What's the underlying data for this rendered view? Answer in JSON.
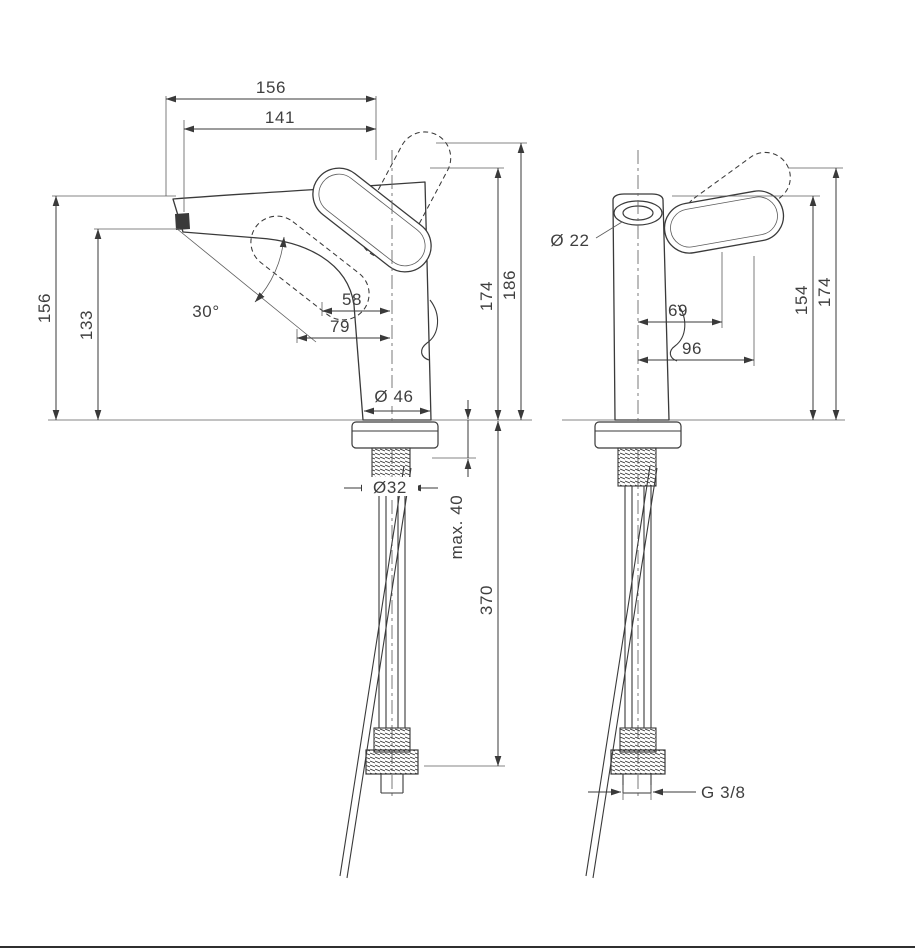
{
  "page": {
    "background": "#ffffff",
    "border_color": "#333333"
  },
  "drawing": {
    "line_color": "#3a3a3a",
    "front_view": {
      "dim_width_top": "156",
      "dim_width_inner": "141",
      "dim_height_left_outer": "156",
      "dim_height_left_inner": "133",
      "dim_angle": "30°",
      "dim_offset_inner": "58",
      "dim_offset_outer": "79",
      "dim_base_diameter": "Ø 46",
      "dim_height_right_inner": "174",
      "dim_height_right_outer": "186",
      "dim_shank_diameter": "Ø32",
      "dim_mount_thickness": "max. 40",
      "dim_hose_length": "370"
    },
    "side_view": {
      "dim_spout_diameter": "Ø 22",
      "dim_handle_offset_inner": "69",
      "dim_handle_offset_outer": "96",
      "dim_height_inner": "154",
      "dim_height_outer": "174",
      "dim_thread": "G 3/8"
    }
  }
}
